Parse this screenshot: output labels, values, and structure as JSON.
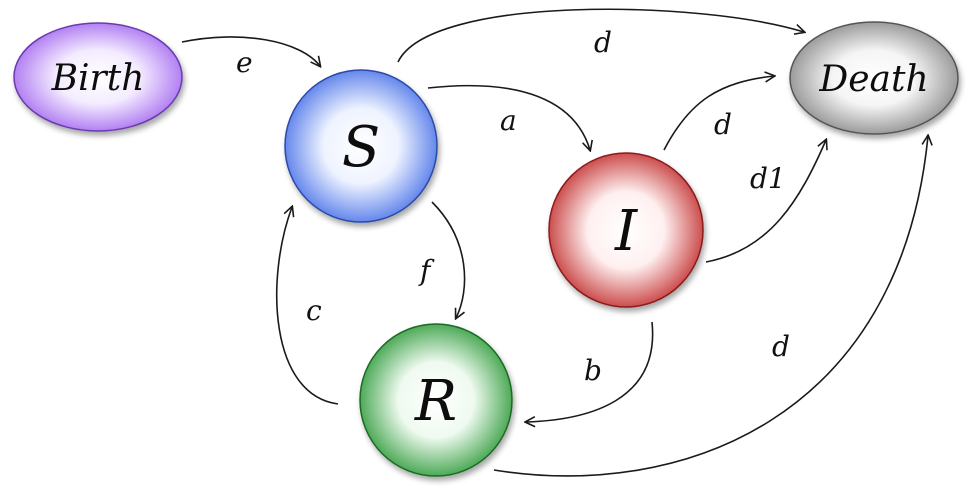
{
  "nodes": {
    "birth": {
      "label": "Birth",
      "color": "#a56bf0"
    },
    "s": {
      "label": "S",
      "color": "#4a72e8"
    },
    "i": {
      "label": "I",
      "color": "#c22e2e"
    },
    "r": {
      "label": "R",
      "color": "#2e9a3a"
    },
    "death": {
      "label": "Death",
      "color": "#8a8a8a"
    }
  },
  "edges": {
    "birth_s": "e",
    "s_death": "d",
    "s_i": "a",
    "i_death": "d",
    "i_death_disease": "d1",
    "s_r": "f",
    "r_s": "c",
    "i_r": "b",
    "r_death": "d"
  }
}
